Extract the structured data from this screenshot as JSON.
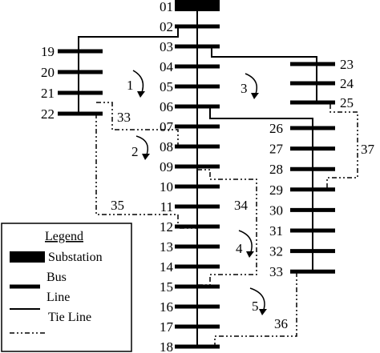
{
  "buses": {
    "main": [
      "01",
      "02",
      "03",
      "04",
      "05",
      "06",
      "07",
      "08",
      "09",
      "10",
      "11",
      "12",
      "13",
      "14",
      "15",
      "16",
      "17",
      "18"
    ],
    "left": [
      "19",
      "20",
      "21",
      "22"
    ],
    "top_right": [
      "23",
      "24",
      "25"
    ],
    "right": [
      "26",
      "27",
      "28",
      "29",
      "30",
      "31",
      "32",
      "33"
    ]
  },
  "loops": [
    "1",
    "2",
    "3",
    "4",
    "5"
  ],
  "tie_lines": [
    "33",
    "34",
    "35",
    "36",
    "37"
  ],
  "legend": {
    "title": "Legend",
    "items": [
      "Substation",
      "Bus",
      "Line",
      "Tie Line"
    ]
  }
}
